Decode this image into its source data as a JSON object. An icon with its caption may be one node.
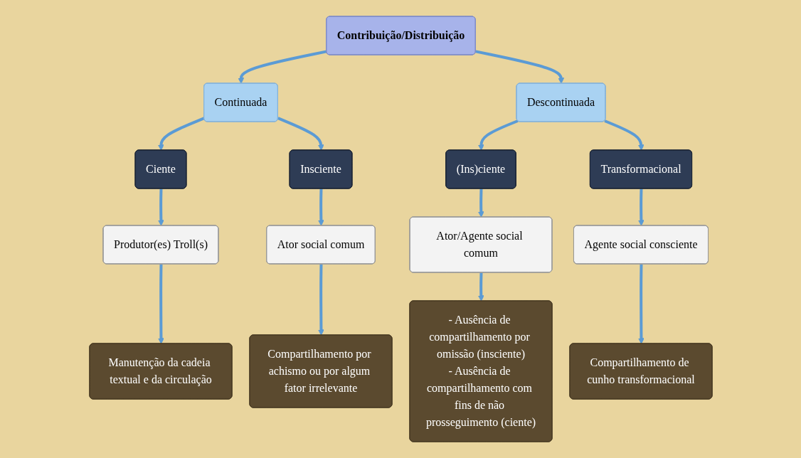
{
  "diagram": {
    "nodes": [
      {
        "text": [
          "Contribuição/Distribuição"
        ]
      },
      {
        "text": [
          "Continuada"
        ]
      },
      {
        "text": [
          "Descontinuada"
        ]
      },
      {
        "text": [
          "Ciente"
        ]
      },
      {
        "text": [
          "Insciente"
        ]
      },
      {
        "text": [
          "(Ins)ciente"
        ]
      },
      {
        "text": [
          "Transformacional"
        ]
      },
      {
        "text": [
          "Produtor(es) Troll(s)"
        ]
      },
      {
        "text": [
          "Ator social comum"
        ]
      },
      {
        "text": [
          "Ator/Agente social comum"
        ]
      },
      {
        "text": [
          "Agente social consciente"
        ]
      },
      {
        "text": [
          "Manutenção da cadeia textual e da circulação"
        ]
      },
      {
        "text": [
          "Compartilhamento por achismo ou por algum fator irrelevante"
        ]
      },
      {
        "text": [
          "- Ausência de compartilhamento por omissão (insciente)",
          "- Ausência de compartilhamento com fins de não prosseguimento (ciente)"
        ]
      },
      {
        "text": [
          "Compartilhamento de cunho transformacional"
        ]
      }
    ],
    "edges": [
      {
        "from": 0,
        "to": 1,
        "arrow": "to"
      },
      {
        "from": 0,
        "to": 2,
        "arrow": "to"
      },
      {
        "from": 1,
        "to": 3,
        "arrow": "to"
      },
      {
        "from": 1,
        "to": 4,
        "arrow": "to"
      },
      {
        "from": 2,
        "to": 5,
        "arrow": "to"
      },
      {
        "from": 2,
        "to": 6,
        "arrow": "to"
      },
      {
        "from": 3,
        "to": 7,
        "arrow": "to"
      },
      {
        "from": 4,
        "to": 8,
        "arrow": "to"
      },
      {
        "from": 5,
        "to": 9,
        "arrow": "to"
      },
      {
        "from": 6,
        "to": 10,
        "arrow": "to"
      },
      {
        "from": 7,
        "to": 11,
        "arrow": "to"
      },
      {
        "from": 8,
        "to": 12,
        "arrow": "to"
      },
      {
        "from": 9,
        "to": 13,
        "arrow": "to"
      },
      {
        "from": 10,
        "to": 14,
        "arrow": "to"
      }
    ]
  }
}
